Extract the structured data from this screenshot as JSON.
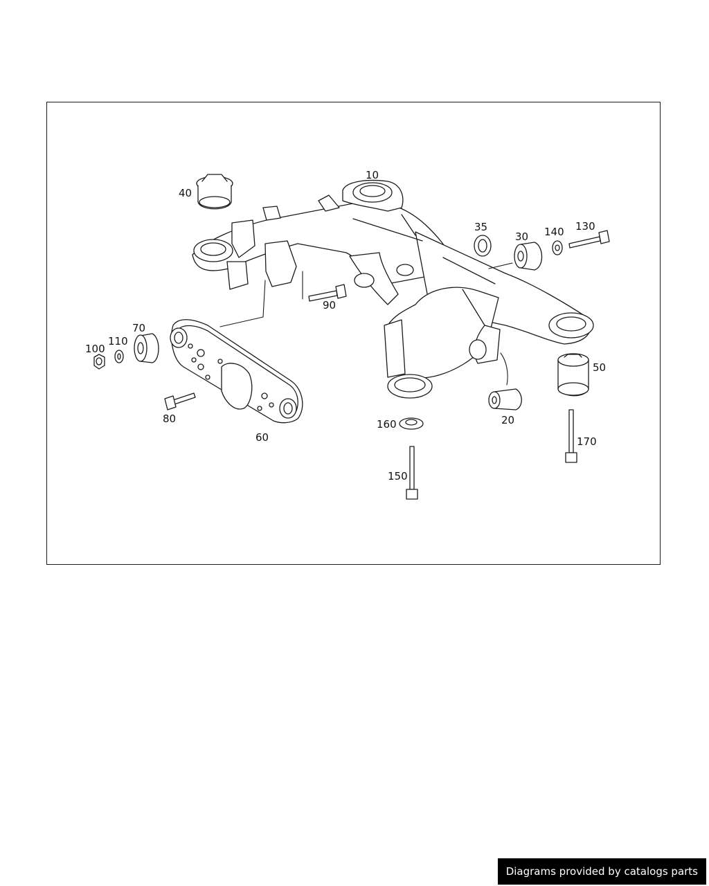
{
  "diagram": {
    "parts": [
      {
        "id": "p10",
        "label": "10"
      },
      {
        "id": "p20",
        "label": "20"
      },
      {
        "id": "p30",
        "label": "30"
      },
      {
        "id": "p35",
        "label": "35"
      },
      {
        "id": "p40",
        "label": "40"
      },
      {
        "id": "p50",
        "label": "50"
      },
      {
        "id": "p60",
        "label": "60"
      },
      {
        "id": "p70",
        "label": "70"
      },
      {
        "id": "p80",
        "label": "80"
      },
      {
        "id": "p90",
        "label": "90"
      },
      {
        "id": "p100",
        "label": "100"
      },
      {
        "id": "p110",
        "label": "110"
      },
      {
        "id": "p130",
        "label": "130"
      },
      {
        "id": "p140",
        "label": "140"
      },
      {
        "id": "p150",
        "label": "150"
      },
      {
        "id": "p160",
        "label": "160"
      },
      {
        "id": "p170",
        "label": "170"
      }
    ]
  },
  "footer": {
    "text": "Diagrams provided by catalogs parts"
  }
}
